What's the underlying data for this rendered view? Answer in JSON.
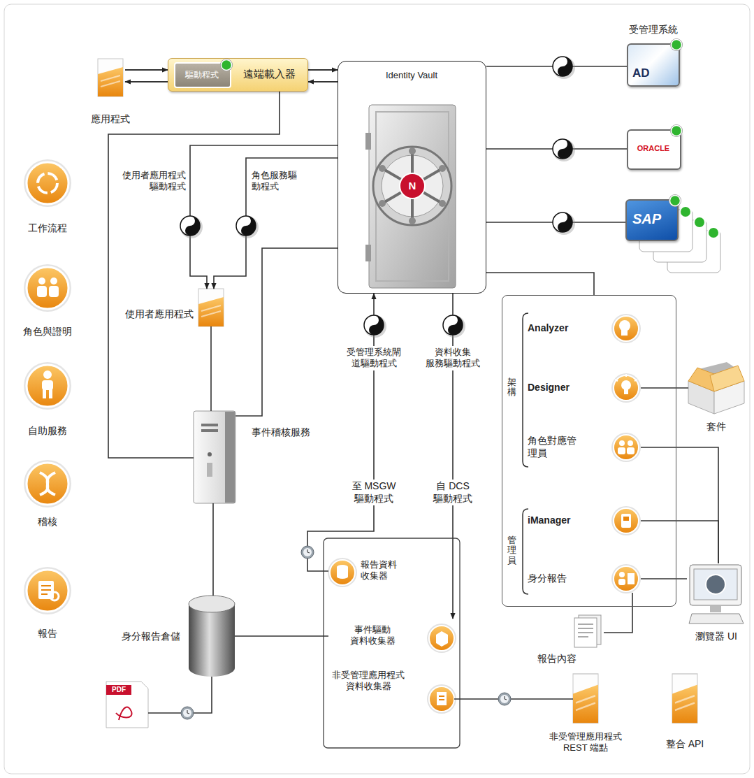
{
  "diagram": {
    "nodes": [
      {
        "text": [
          "應用程式"
        ]
      },
      {
        "text": [
          "遠端載入器"
        ]
      },
      {
        "text": [
          "驅動程式"
        ],
        "in": 1
      },
      {
        "text": [
          "Identity Vault"
        ]
      },
      {
        "text": [
          "受管理系統",
          "AD"
        ]
      },
      {
        "text": [
          "ORACLE"
        ]
      },
      {
        "text": [
          "SAP"
        ]
      },
      {
        "text": [
          "工作流程"
        ]
      },
      {
        "text": [
          "使用者應用程式"
        ]
      },
      {
        "text": [
          "角色與證明"
        ]
      },
      {
        "text": [
          "自助服務"
        ]
      },
      {
        "text": [
          "事件稽核服務"
        ]
      },
      {
        "text": [
          "稽核"
        ]
      },
      {
        "text": [
          "報告"
        ]
      },
      {
        "text": [
          "身分報告倉儲"
        ]
      },
      {
        "text": [
          "PDF"
        ]
      },
      {
        "text": [
          "架構",
          "管理員"
        ]
      },
      {
        "text": [
          "Analyzer"
        ],
        "in": 16
      },
      {
        "text": [
          "Designer"
        ],
        "in": 16
      },
      {
        "text": [
          "角色對應管 理員"
        ],
        "in": 16
      },
      {
        "text": [
          "iManager"
        ],
        "in": 16
      },
      {
        "text": [
          "身分報告"
        ],
        "in": 16
      },
      {
        "text": [
          "套件"
        ]
      },
      {
        "text": [
          "瀏覽器 UI"
        ]
      },
      {
        "text": [
          "報告內容"
        ]
      },
      {
        "text": [
          "報告資料 收集器"
        ]
      },
      {
        "text": [
          "事件驅動 資料收集器"
        ]
      },
      {
        "text": [
          "非受管理應用程式 資料收集器"
        ]
      },
      {
        "text": [
          "非受管理應用程式 REST 端點"
        ]
      },
      {
        "text": [
          "整合 API"
        ]
      }
    ],
    "edges": [
      {
        "from": 0,
        "to": 1,
        "arrow": "to"
      },
      {
        "from": 1,
        "to": 0,
        "arrow": "to"
      },
      {
        "from": 1,
        "to": 3,
        "arrow": "to"
      },
      {
        "from": 3,
        "to": 1,
        "arrow": "to"
      },
      {
        "from": 3,
        "to": 4,
        "arrow": "none"
      },
      {
        "from": 3,
        "to": 5,
        "arrow": "none"
      },
      {
        "from": 3,
        "to": 6,
        "arrow": "none"
      },
      {
        "from": 3,
        "to": 8,
        "label": "使用者應用程式 驅動程式",
        "arrow": "to"
      },
      {
        "from": 3,
        "to": 8,
        "label": "角色服務驅 動程式",
        "arrow": "to"
      },
      {
        "from": 1,
        "to": 11,
        "arrow": "none"
      },
      {
        "from": 8,
        "to": 11,
        "arrow": "none"
      },
      {
        "from": 3,
        "to": 11,
        "arrow": "none"
      },
      {
        "from": 11,
        "to": 14,
        "arrow": "none"
      },
      {
        "from": 14,
        "to": 15,
        "arrow": "none"
      },
      {
        "from": 14,
        "to": 26,
        "arrow": "none"
      },
      {
        "from": 25,
        "to": 3,
        "label": "受管理系統閘 道驅動程式",
        "arrow": "to"
      },
      {
        "from": 3,
        "to": 26,
        "label": "資料收集 服務驅動程式",
        "arrow": "to"
      },
      {
        "from": 3,
        "to": 16,
        "arrow": "none"
      },
      {
        "from": 18,
        "to": 22,
        "arrow": "none"
      },
      {
        "from": 19,
        "to": 23,
        "arrow": "none"
      },
      {
        "from": 20,
        "to": 23,
        "arrow": "none"
      },
      {
        "from": 21,
        "to": 23,
        "arrow": "none"
      },
      {
        "from": 21,
        "to": 24,
        "arrow": "none"
      },
      {
        "from": 27,
        "to": 28,
        "arrow": "none"
      }
    ],
    "labels": [
      "至 MSGW 驅動程式",
      "自 DCS 驅動程式",
      "N"
    ]
  }
}
